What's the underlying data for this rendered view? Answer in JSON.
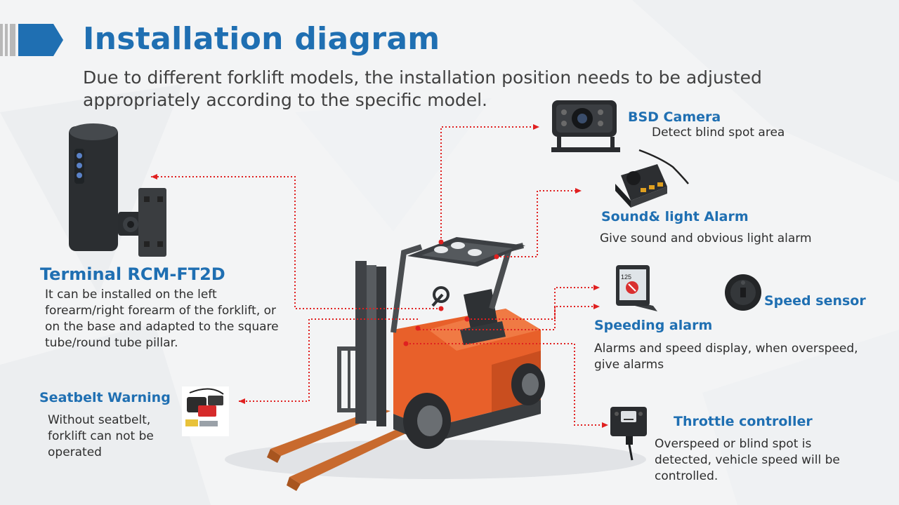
{
  "header": {
    "title": "Installation diagram",
    "subtitle": "Due to different forklift models, the installation position needs to be adjusted appropriately according to the specific model."
  },
  "components": {
    "terminal": {
      "name": "Terminal RCM-FT2D",
      "description": "It can be installed on the left forearm/right forearm of the forklift, or on the base and adapted to the square tube/round tube pillar."
    },
    "seatbelt": {
      "name": "Seatbelt Warning",
      "description": "Without seatbelt, forklift can not be operated"
    },
    "bsd_camera": {
      "name": "BSD Camera",
      "description": "Detect blind spot area"
    },
    "sound_light_alarm": {
      "name": "Sound& light Alarm",
      "description": "Give sound and obvious light alarm"
    },
    "speed_sensor": {
      "name": "Speed sensor"
    },
    "speeding_alarm": {
      "name": "Speeding alarm",
      "description": "Alarms and speed display, when overspeed, give alarms",
      "display_reading": "125"
    },
    "throttle": {
      "name": "Throttle controller",
      "description": "Overspeed or blind spot is detected, vehicle speed will be controlled."
    }
  },
  "colors": {
    "title_blue": "#1f6fb2",
    "connector_red": "#e02020",
    "forklift_orange": "#e8602a",
    "body_text": "#2e2e2e"
  }
}
